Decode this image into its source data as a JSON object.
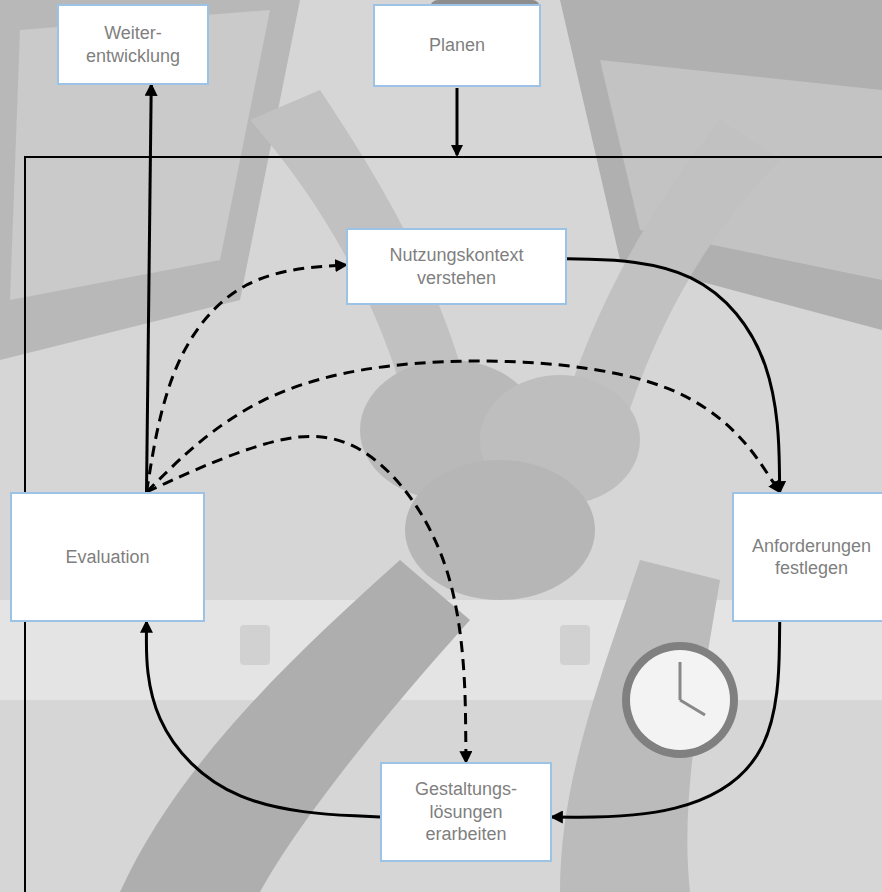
{
  "diagram": {
    "nodes": [
      {
        "text": [
          "Weiter- entwicklung"
        ]
      },
      {
        "text": [
          "Planen"
        ]
      },
      {
        "text": [
          "Nutzungskontext verstehen"
        ]
      },
      {
        "text": [
          "Evaluation"
        ]
      },
      {
        "text": [
          "Anforderungen festlegen"
        ]
      },
      {
        "text": [
          "Gestaltungs- lösungen erarbeiten"
        ]
      }
    ],
    "edges": [
      {
        "from": 2,
        "to": 4,
        "arrow": "to"
      },
      {
        "from": 4,
        "to": 5,
        "arrow": "to"
      },
      {
        "from": 5,
        "to": 3,
        "arrow": "to"
      },
      {
        "from": 3,
        "to": 0,
        "arrow": "to"
      },
      {
        "from": 3,
        "to": 2,
        "arrow": "to"
      },
      {
        "from": 3,
        "to": 4,
        "arrow": "to"
      },
      {
        "from": 3,
        "to": 5,
        "arrow": "to"
      }
    ]
  }
}
